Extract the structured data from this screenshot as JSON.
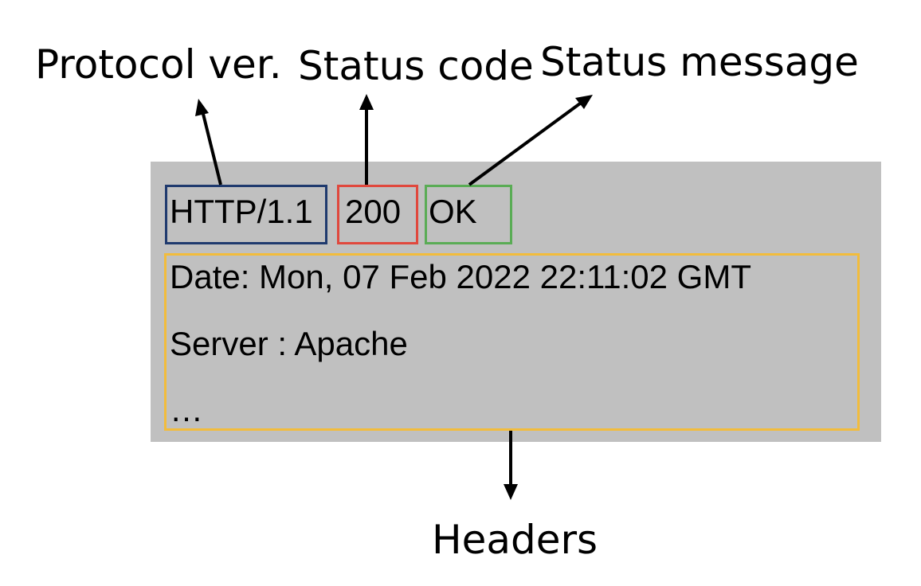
{
  "annotations": {
    "protocol": "Protocol ver.",
    "status_code": "Status code",
    "status_message": "Status message",
    "headers": "Headers"
  },
  "status_line": {
    "protocol": "HTTP/1.1",
    "code": "200",
    "message": "OK"
  },
  "headers": {
    "lines": [
      "Date: Mon, 07 Feb 2022 22:11:02 GMT",
      "Server : Apache",
      "…"
    ]
  },
  "colors": {
    "panel": "#c0c0c0",
    "protocol_box": "#1f3a6e",
    "code_box": "#e0483d",
    "message_box": "#5aac55",
    "headers_box": "#f2bc3c",
    "arrow": "#000000"
  }
}
